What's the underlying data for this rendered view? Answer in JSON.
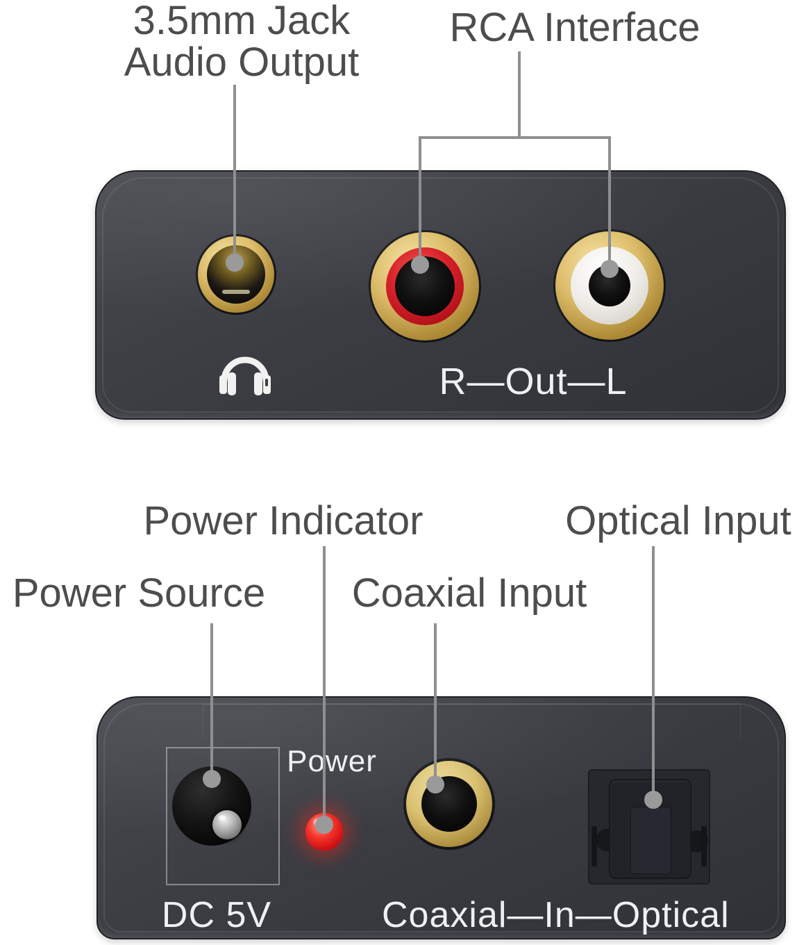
{
  "labels": {
    "jack_output_line1": "3.5mm Jack",
    "jack_output_line2": "Audio Output",
    "rca_interface": "RCA Interface",
    "power_indicator": "Power Indicator",
    "power_source": "Power Source",
    "coaxial_input": "Coaxial Input",
    "optical_input": "Optical Input"
  },
  "markings": {
    "rca_channels": "R—Out—L",
    "power": "Power",
    "dc_voltage": "DC 5V",
    "coax_in_optical": "Coaxial—In—Optical"
  },
  "icons": {
    "headphone_output": "headphones-icon"
  },
  "colors": {
    "background": "#ffffff",
    "label_text": "#4d4d4d",
    "leader_line": "#8f8f8f",
    "panel_face": "#3b3d43",
    "marking_text": "#eef0f2",
    "gold_ring": "#d9ba66",
    "rca_red": "#d8232b",
    "rca_white": "#efede8",
    "led_red": "#e41412"
  }
}
